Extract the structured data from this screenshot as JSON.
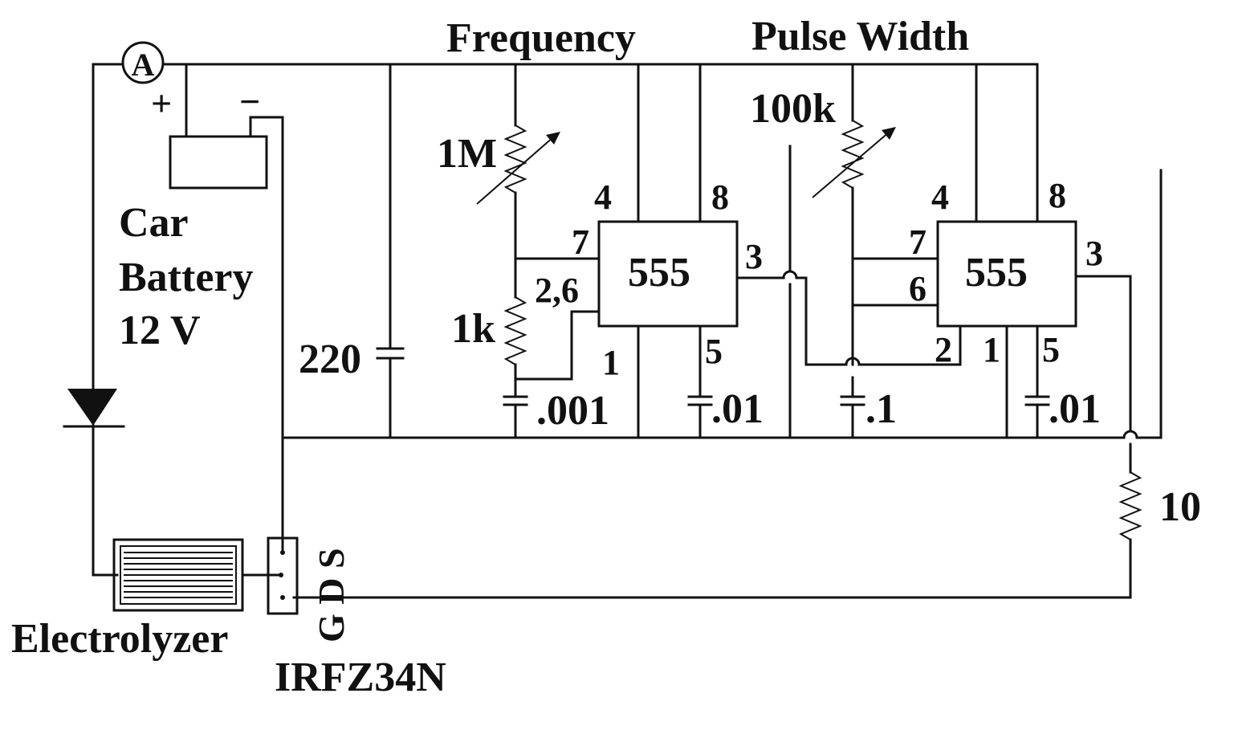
{
  "title_frequency": "Frequency",
  "title_pulse_width": "Pulse Width",
  "ammeter_symbol": "A",
  "battery": {
    "plus": "+",
    "minus": "−",
    "label_line1": "Car",
    "label_line2": "Battery",
    "label_line3": "12 V"
  },
  "capacitor_main": "220",
  "timer1": {
    "chip": "555",
    "pot": "1M",
    "resistor": "1k",
    "cap_timing": ".001",
    "cap_control": ".01",
    "pin4": "4",
    "pin8": "8",
    "pin7": "7",
    "pin26": "2,6",
    "pin3": "3",
    "pin1": "1",
    "pin5": "5"
  },
  "timer2": {
    "chip": "555",
    "pot": "100k",
    "cap_timing": ".1",
    "cap_control": ".01",
    "pin4": "4",
    "pin8": "8",
    "pin7": "7",
    "pin6": "6",
    "pin3": "3",
    "pin2": "2",
    "pin1": "1",
    "pin5": "5"
  },
  "gate_resistor": "10",
  "electrolyzer": "Electrolyzer",
  "mosfet": {
    "pins": "G D S",
    "part": "IRFZ34N"
  }
}
